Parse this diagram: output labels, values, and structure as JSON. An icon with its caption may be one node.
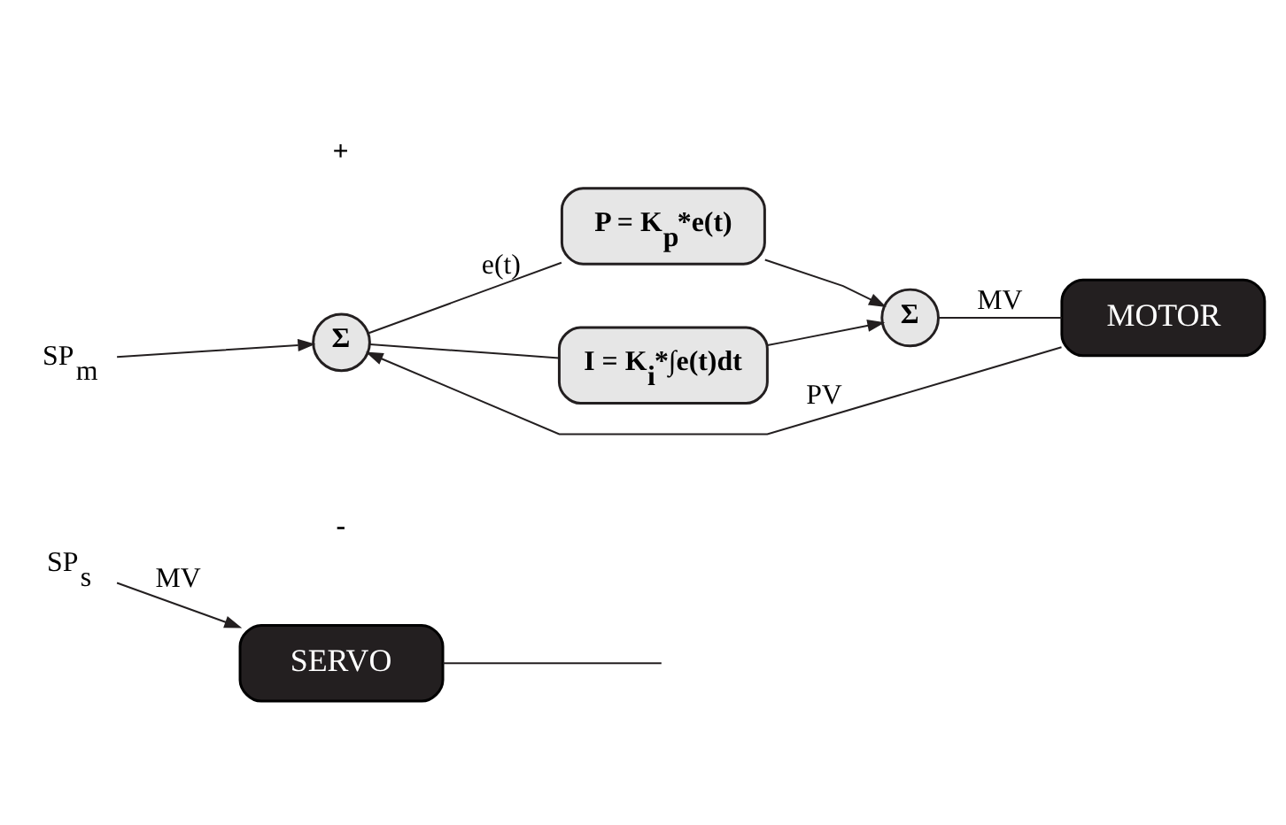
{
  "diagram": {
    "nodes": [
      {
        "text": [
          "SP$_{m}$"
        ]
      },
      {
        "text": [
          "Σ"
        ]
      },
      {
        "text": [
          "P = K$_{p}$*e(t)"
        ]
      },
      {
        "text": [
          "I = K$_{i}$*∫e(t)dt"
        ]
      },
      {
        "text": [
          "Σ"
        ]
      },
      {
        "text": [
          "MOTOR"
        ]
      },
      {
        "text": [
          "SP$_{s}$"
        ]
      },
      {
        "text": [
          "SERVO"
        ]
      }
    ],
    "edges": [
      {
        "from": 0,
        "to": 1,
        "arrow": "to"
      },
      {
        "from": 1,
        "to": 2,
        "arrow": "none",
        "label": "e(t)"
      },
      {
        "from": 1,
        "to": 3,
        "arrow": "none"
      },
      {
        "from": 2,
        "to": 4,
        "arrow": "to"
      },
      {
        "from": 3,
        "to": 4,
        "arrow": "to"
      },
      {
        "from": 4,
        "to": 5,
        "arrow": "none",
        "label": "MV"
      },
      {
        "from": 5,
        "to": 1,
        "arrow": "to",
        "label": "PV"
      },
      {
        "from": 6,
        "to": 7,
        "arrow": "to",
        "label": "MV"
      },
      {
        "from": 7,
        "to": null,
        "arrow": "none"
      }
    ],
    "labels": [
      "+",
      "-"
    ]
  }
}
